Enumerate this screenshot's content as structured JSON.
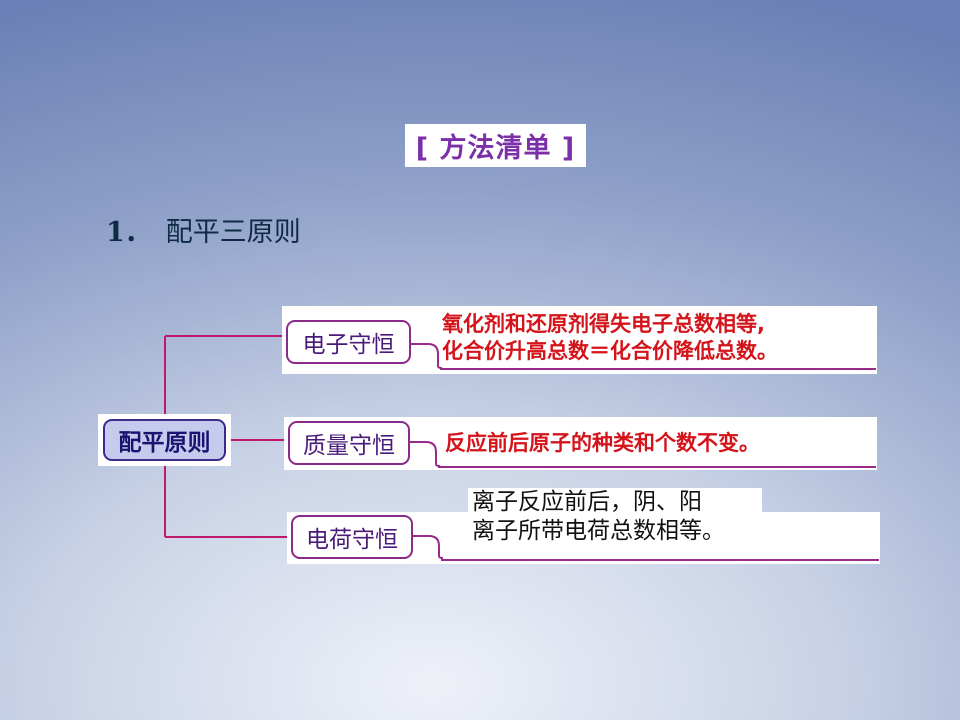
{
  "title": "[ 方法清单 ]",
  "heading": {
    "number": "1．",
    "text": "配平三原则"
  },
  "diagram": {
    "root": "配平原则",
    "branches": [
      {
        "label": "电子守恒",
        "lines": [
          "氧化剂和还原剂得失电子总数相等,",
          "化合价升高总数＝化合价降低总数。"
        ]
      },
      {
        "label": "质量守恒",
        "lines": [
          "反应前后原子的种类和个数不变。"
        ]
      },
      {
        "label": "电荷守恒",
        "lines": [
          "离子反应前后，阴、阳",
          "离子所带电荷总数相等。"
        ]
      }
    ]
  },
  "colors": {
    "connector": "#c2186b",
    "desc_text": "#d4141b",
    "root_fill": "#c6cbee"
  }
}
